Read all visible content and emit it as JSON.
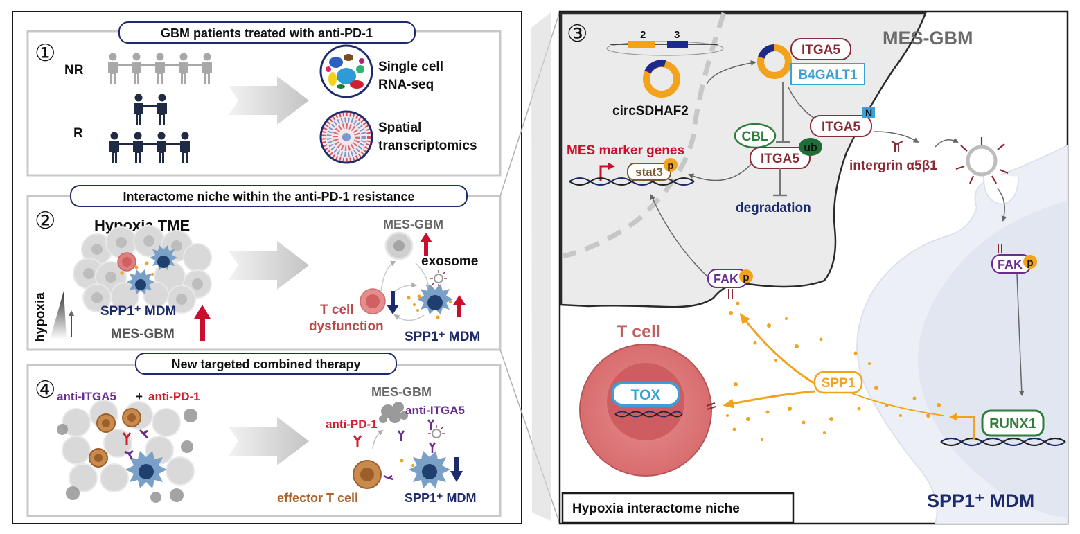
{
  "panel1": {
    "num": "①",
    "title": "GBM patients treated with anti-PD-1",
    "nr": "NR",
    "r": "R",
    "sc_line1": "Single cell",
    "sc_line2": "RNA-seq",
    "sp_line1": "Spatial",
    "sp_line2": "transcriptomics"
  },
  "panel2": {
    "num": "②",
    "title": "Interactome niche within the anti-PD-1 resistance",
    "hypoxia_tme": "Hypoxia TME",
    "spp1_mdm": "SPP1⁺ MDM",
    "mes_gbm": "MES-GBM",
    "hypoxia": "hypoxia",
    "mes_gbm_right": "MES-GBM",
    "exosome": "exosome",
    "tcell_line1": "T cell",
    "tcell_line2": "dysfunction",
    "spp1_mdm_right": "SPP1⁺ MDM"
  },
  "panel4": {
    "num": "④",
    "title": "New targeted combined therapy",
    "anti_itga5": "anti-ITGA5",
    "plus": "+",
    "anti_pd1": "anti-PD-1",
    "mes_gbm": "MES-GBM",
    "anti_pd1_right": "anti-PD-1",
    "anti_itga5_right": "anti-ITGA5",
    "effector": "effector T cell",
    "spp1_mdm": "SPP1⁺ MDM"
  },
  "panel3": {
    "num": "③",
    "exon2": "2",
    "exon3": "3",
    "mes_gbm": "MES-GBM",
    "circ": "circSDHAF2",
    "itga5_top": "ITGA5",
    "b4galt1": "B4GALT1",
    "cbl": "CBL",
    "ub": "ub",
    "itga5_mid": "ITGA5",
    "itga5_mem": "ITGA5",
    "n": "N",
    "mes_marker": "MES marker genes",
    "stat3": "stat3",
    "p": "p",
    "integrin": "intergrin α5β1",
    "degradation": "degradation",
    "fak": "FAK",
    "tcell": "T cell",
    "tox": "TOX",
    "spp1": "SPP1",
    "runx1": "RUNX1",
    "spp1_mdm": "SPP1⁺ MDM",
    "niche": "Hypoxia interactome  niche"
  },
  "colors": {
    "navy": "#1d2a6b",
    "red": "#c8102e",
    "orange": "#f2a21b",
    "green": "#2e7d3a",
    "purple": "#6a2d8f",
    "maroon": "#8a2a35",
    "blue": "#3aa0d8",
    "pink": "#e07f80"
  }
}
